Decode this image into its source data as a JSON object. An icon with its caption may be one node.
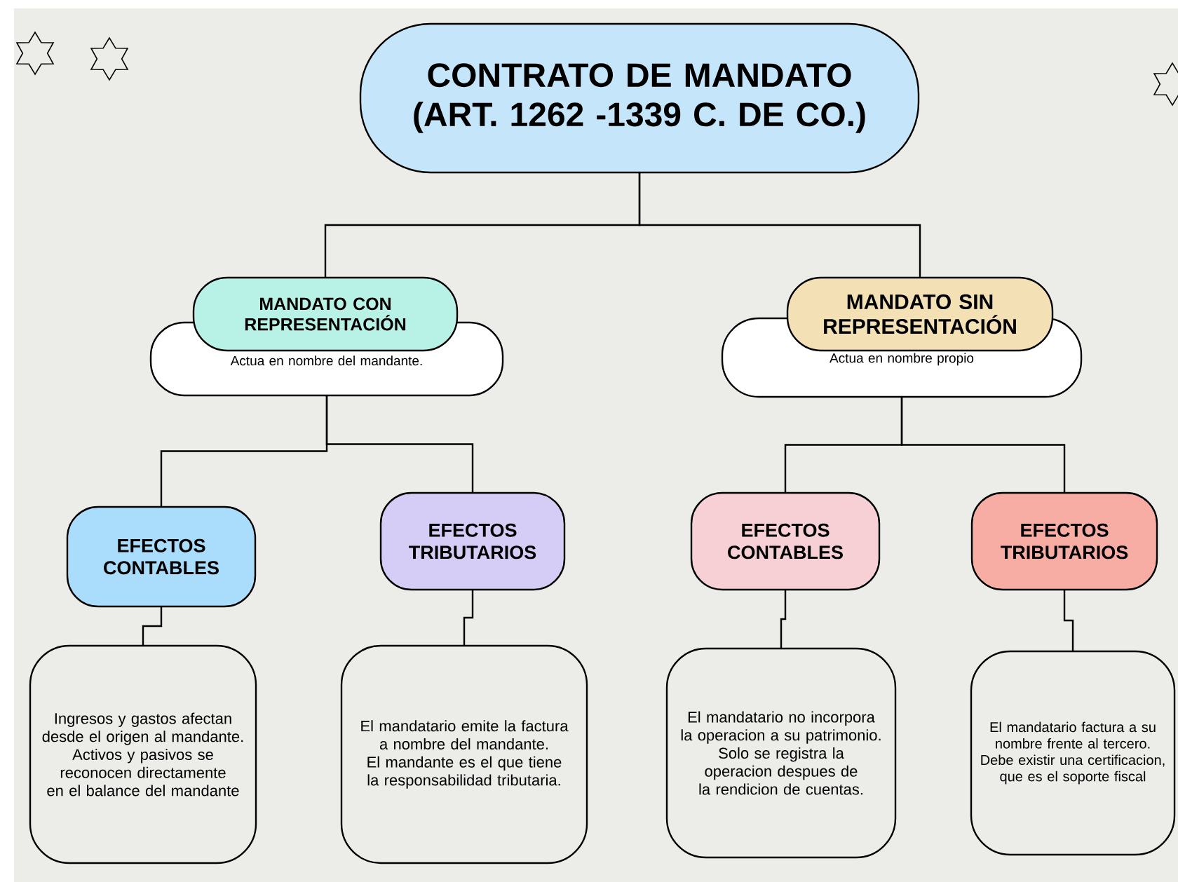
{
  "diagram": {
    "nodes": [
      {
        "text": [
          "CONTRATO DE MANDATO (ART. 1262 -1339 C. DE CO.)"
        ]
      },
      {
        "text": [
          "MANDATO CON REPRESENTACIÓN"
        ]
      },
      {
        "text": [
          "Actua en nombre del mandante."
        ]
      },
      {
        "text": [
          "MANDATO SIN REPRESENTACIÓN"
        ]
      },
      {
        "text": [
          "Actua en nombre propio"
        ]
      },
      {
        "text": [
          "EFECTOS CONTABLES"
        ]
      },
      {
        "text": [
          "EFECTOS TRIBUTARIOS"
        ]
      },
      {
        "text": [
          "EFECTOS CONTABLES"
        ]
      },
      {
        "text": [
          "EFECTOS TRIBUTARIOS"
        ]
      },
      {
        "text": [
          "Ingresos y gastos afectan desde el origen al mandante.",
          "Activos y pasivos se reconocen directamente en el balance del mandante"
        ]
      },
      {
        "text": [
          "El mandatario emite la factura a nombre del mandante.",
          "El mandante es el que tiene la responsabilidad tributaria."
        ]
      },
      {
        "text": [
          "El mandatario no incorpora la operacion a su patrimonio.",
          "Solo se registra la operacion despues de la rendicion de cuentas."
        ]
      },
      {
        "text": [
          "El mandatario factura a su nombre frente al tercero.",
          "Debe existir una certificacion, que es el soporte fiscal"
        ]
      }
    ],
    "edges": [
      {
        "from": 0,
        "to": 1,
        "arrow": "none"
      },
      {
        "from": 0,
        "to": 3,
        "arrow": "none"
      },
      {
        "from": 2,
        "to": 5,
        "arrow": "none"
      },
      {
        "from": 2,
        "to": 6,
        "arrow": "none"
      },
      {
        "from": 4,
        "to": 7,
        "arrow": "none"
      },
      {
        "from": 4,
        "to": 8,
        "arrow": "none"
      },
      {
        "from": 5,
        "to": 9,
        "arrow": "none"
      },
      {
        "from": 6,
        "to": 10,
        "arrow": "none"
      },
      {
        "from": 7,
        "to": 11,
        "arrow": "none"
      },
      {
        "from": 8,
        "to": 12,
        "arrow": "none"
      }
    ]
  }
}
